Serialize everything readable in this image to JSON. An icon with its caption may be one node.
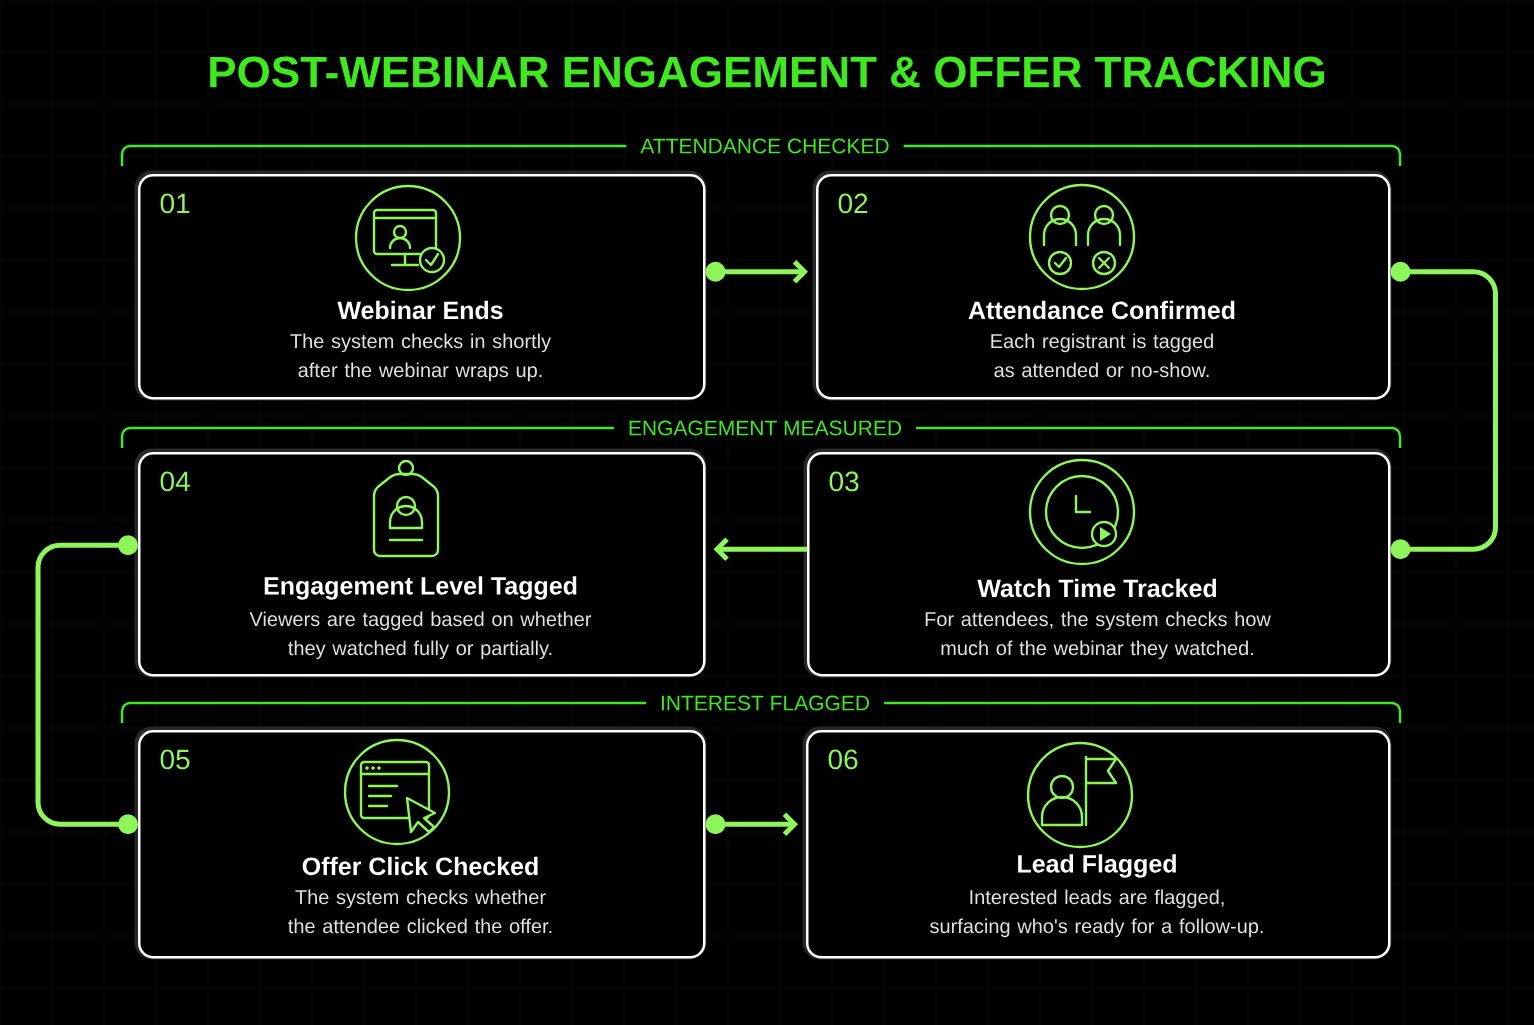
{
  "diagram": {
    "title": "POST-WEBINAR ENGAGEMENT & OFFER TRACKING",
    "nodes": [
      {
        "text": [
          "01",
          "Webinar Ends",
          "The system checks in shortly after the webinar wraps up."
        ]
      },
      {
        "text": [
          "02",
          "Attendance Confirmed",
          "Each registrant is tagged as attended or no-show."
        ]
      },
      {
        "text": [
          "04",
          "Engagement Level Tagged",
          "Viewers are tagged based on whether they watched fully or partially."
        ]
      },
      {
        "text": [
          "03",
          "Watch Time Tracked",
          "For attendees, the system checks how much of the webinar they watched."
        ]
      },
      {
        "text": [
          "05",
          "Offer Click Checked",
          "The system checks whether the attendee clicked the offer."
        ]
      },
      {
        "text": [
          "06",
          "Lead Flagged",
          "Interested leads are flagged, surfacing who's ready for a follow-up."
        ]
      }
    ],
    "edges": [
      {
        "from": 0,
        "to": 1,
        "arrow": "to"
      },
      {
        "from": 1,
        "to": 3,
        "arrow": "other"
      },
      {
        "from": 3,
        "to": 2,
        "arrow": "to"
      },
      {
        "from": 2,
        "to": 4,
        "arrow": "other"
      },
      {
        "from": 4,
        "to": 5,
        "arrow": "to"
      }
    ],
    "labels": [
      "ATTENDANCE CHECKED",
      "ENGAGEMENT MEASURED",
      "INTEREST FLAGGED"
    ]
  }
}
